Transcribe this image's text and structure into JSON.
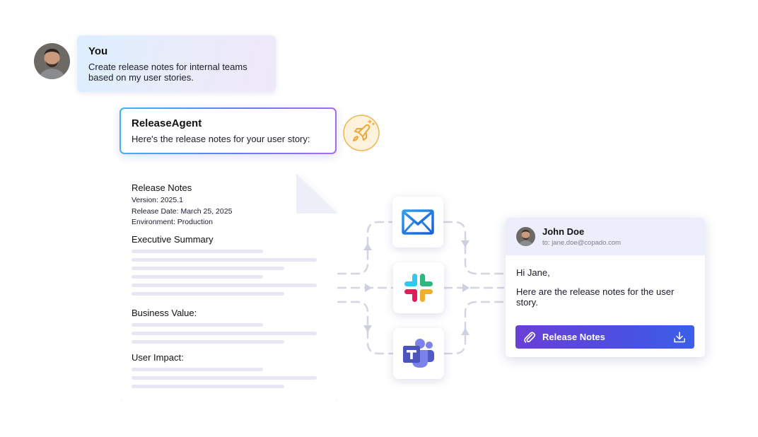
{
  "user_message": {
    "author": "You",
    "text": "Create release notes for internal teams based on my user stories."
  },
  "agent_message": {
    "author": "ReleaseAgent",
    "text": "Here's the release notes for your user story:",
    "badge_icon": "rocket-icon"
  },
  "document": {
    "title": "Release Notes",
    "version": "Version: 2025.1",
    "release_date": "Release Date: March 25, 2025",
    "environment": "Environment: Production",
    "sections": {
      "executive_summary": "Executive Summary",
      "business_value": "Business Value:",
      "user_impact": "User Impact:"
    }
  },
  "channels": [
    {
      "name": "email",
      "icon": "email-icon"
    },
    {
      "name": "slack",
      "icon": "slack-icon"
    },
    {
      "name": "teams",
      "icon": "teams-icon"
    }
  ],
  "email": {
    "from": "John Doe",
    "to": "to: jane.doe@copado.com",
    "greeting": "Hi Jane,",
    "body": "Here are the release notes for the user story.",
    "attachment_label": "Release Notes"
  },
  "colors": {
    "accent_purple": "#6a3fd6",
    "accent_blue": "#3a5fe8",
    "rocket_orange": "#f2a53a",
    "email_blue": "#1e7be0"
  }
}
